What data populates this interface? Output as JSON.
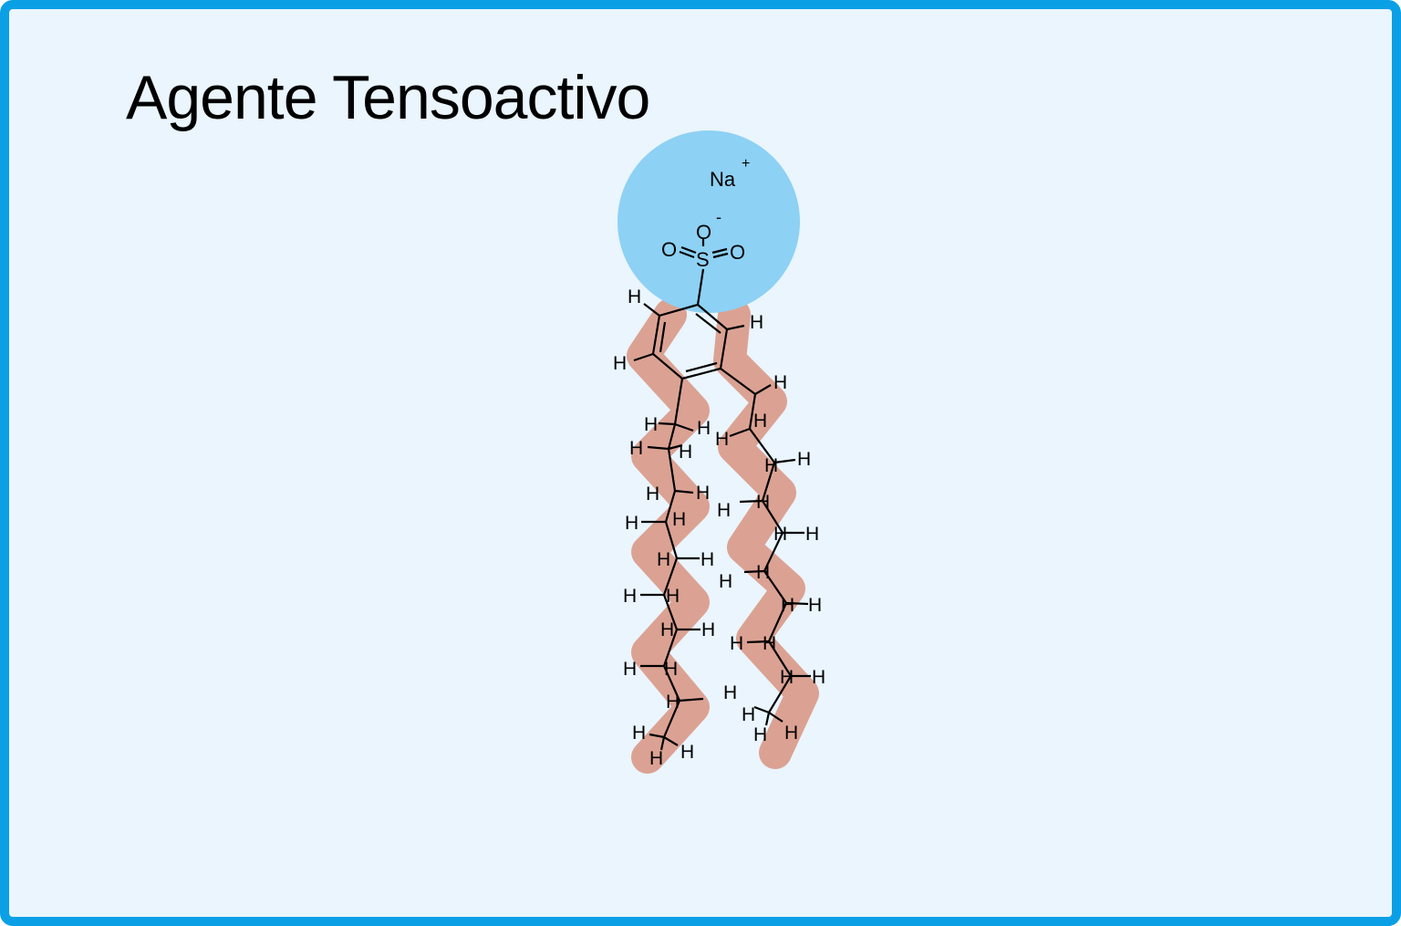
{
  "title": "Agente Tensoactivo",
  "atoms": {
    "sodium": "Na",
    "sodium_charge": "+",
    "oxygen": "O",
    "oxygen_charge": "-",
    "sulfur": "S",
    "hydrogen": "H"
  },
  "colors": {
    "border": "#0ba0e5",
    "background": "#eaf5fd",
    "polar_head": "#8dd1f4",
    "hydrophobic_tail": "#dba293"
  }
}
